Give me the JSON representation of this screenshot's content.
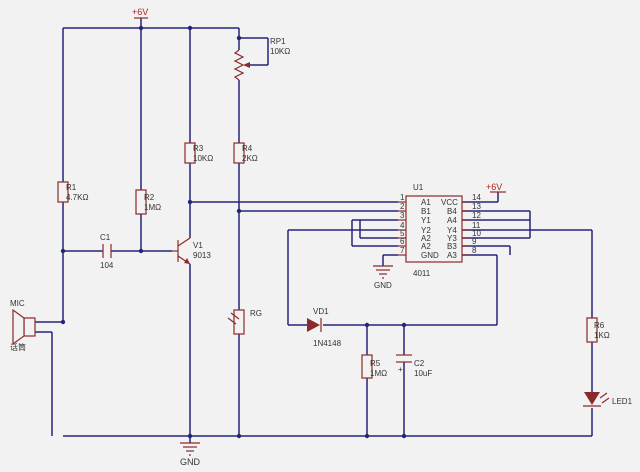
{
  "power_label": "+6V",
  "ground_label": "GND",
  "components": {
    "R1": {
      "ref": "R1",
      "value": "4.7KΩ"
    },
    "R2": {
      "ref": "R2",
      "value": "1MΩ"
    },
    "R3": {
      "ref": "R3",
      "value": "10KΩ"
    },
    "R4": {
      "ref": "R4",
      "value": "2KΩ"
    },
    "R5": {
      "ref": "R5",
      "value": "1MΩ"
    },
    "R6": {
      "ref": "R6",
      "value": "1KΩ"
    },
    "RP1": {
      "ref": "RP1",
      "value": "10KΩ"
    },
    "C1": {
      "ref": "C1",
      "value": "104"
    },
    "C2": {
      "ref": "C2",
      "value": "10uF"
    },
    "V1": {
      "ref": "V1",
      "value": "9013"
    },
    "VD1": {
      "ref": "VD1",
      "value": "1N4148"
    },
    "RG": {
      "ref": "RG"
    },
    "LED1": {
      "ref": "LED1"
    },
    "MIC": {
      "ref": "MIC",
      "value": "话筒"
    }
  },
  "ic": {
    "ref": "U1",
    "part": "4011",
    "left_pins": [
      {
        "num": "1",
        "name": "A1"
      },
      {
        "num": "2",
        "name": "B1"
      },
      {
        "num": "3",
        "name": "Y1"
      },
      {
        "num": "4",
        "name": "Y2"
      },
      {
        "num": "5",
        "name": "A2"
      },
      {
        "num": "6",
        "name": "A2"
      },
      {
        "num": "7",
        "name": "GND"
      }
    ],
    "right_pins": [
      {
        "num": "14",
        "name": "VCC"
      },
      {
        "num": "13",
        "name": "B4"
      },
      {
        "num": "12",
        "name": "A4"
      },
      {
        "num": "11",
        "name": "Y4"
      },
      {
        "num": "10",
        "name": "Y3"
      },
      {
        "num": "9",
        "name": "B3"
      },
      {
        "num": "8",
        "name": "A3"
      }
    ]
  },
  "colors": {
    "wire": "#24247a",
    "part": "#8a2a2a",
    "power": "#b02020",
    "background": "#f2f2f2"
  }
}
